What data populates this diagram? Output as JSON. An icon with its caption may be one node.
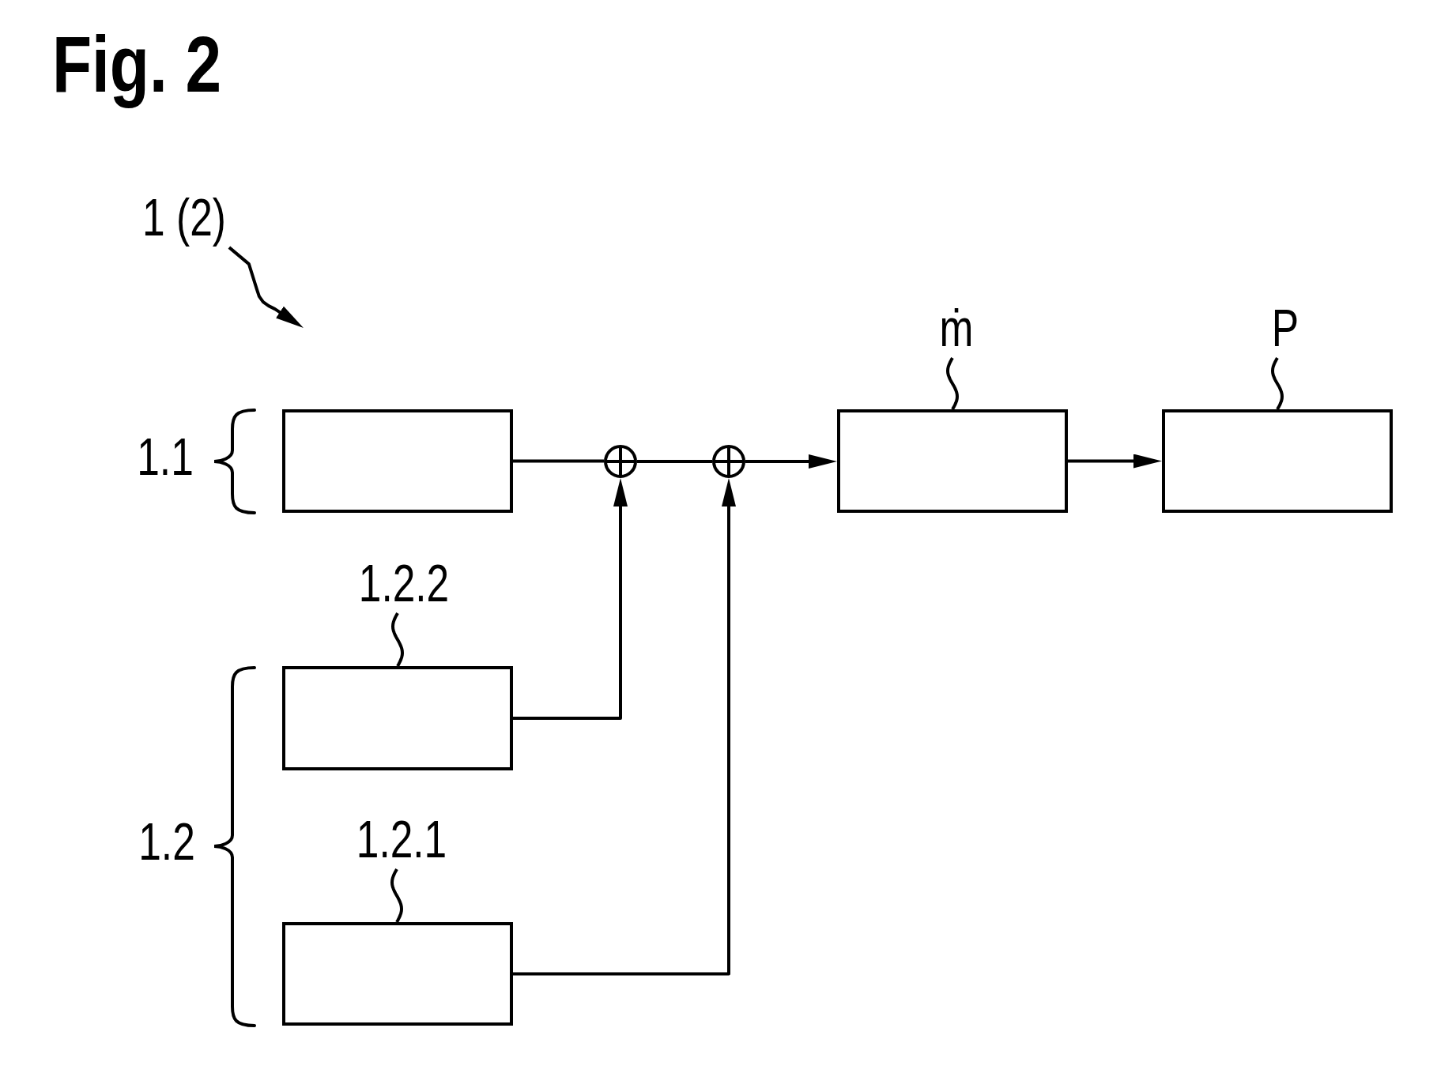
{
  "diagram": {
    "title": "Fig. 2",
    "nodes": [
      {
        "text": [
          "1 (2)"
        ]
      },
      {
        "text": [
          "ṁ"
        ]
      },
      {
        "text": [
          "P"
        ]
      },
      {
        "text": [],
        "shape": "box"
      },
      {
        "text": [],
        "shape": "circle"
      },
      {
        "text": [],
        "shape": "circle"
      },
      {
        "text": [],
        "shape": "box"
      },
      {
        "text": [],
        "shape": "box"
      },
      {
        "text": [
          "1.2.2"
        ]
      },
      {
        "text": [],
        "shape": "box"
      },
      {
        "text": [
          "1.2.1"
        ]
      },
      {
        "text": [],
        "shape": "box"
      }
    ],
    "edges": [
      {
        "from": 0,
        "to": null,
        "arrow": "to"
      },
      {
        "from": 1,
        "to": 6,
        "arrow": "none"
      },
      {
        "from": 2,
        "to": 7,
        "arrow": "none"
      },
      {
        "from": 3,
        "to": 4,
        "arrow": "none"
      },
      {
        "from": 4,
        "to": 5,
        "arrow": "none"
      },
      {
        "from": 5,
        "to": 6,
        "arrow": "to"
      },
      {
        "from": 6,
        "to": 7,
        "arrow": "to"
      },
      {
        "from": 8,
        "to": 9,
        "arrow": "none"
      },
      {
        "from": 9,
        "to": 4,
        "arrow": "to"
      },
      {
        "from": 10,
        "to": 11,
        "arrow": "none"
      },
      {
        "from": 11,
        "to": 5,
        "arrow": "to"
      }
    ],
    "labels": [
      "1.1",
      "1.2"
    ]
  }
}
